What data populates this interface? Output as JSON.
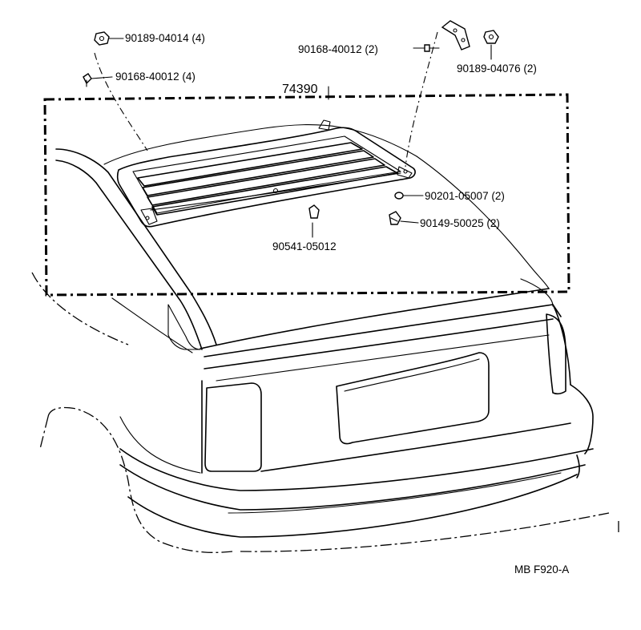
{
  "diagram": {
    "assembly_number": "74390",
    "figure_code": "MB F920-A",
    "parts": [
      {
        "id": "p1",
        "label": "90189-04014 (4)"
      },
      {
        "id": "p2",
        "label": "90168-40012 (4)"
      },
      {
        "id": "p3",
        "label": "90168-40012 (2)"
      },
      {
        "id": "p4",
        "label": "90189-04076 (2)"
      },
      {
        "id": "p5",
        "label": "90201-05007 (2)"
      },
      {
        "id": "p6",
        "label": "90149-50025 (2)"
      },
      {
        "id": "p7",
        "label": "90541-05012"
      }
    ]
  }
}
